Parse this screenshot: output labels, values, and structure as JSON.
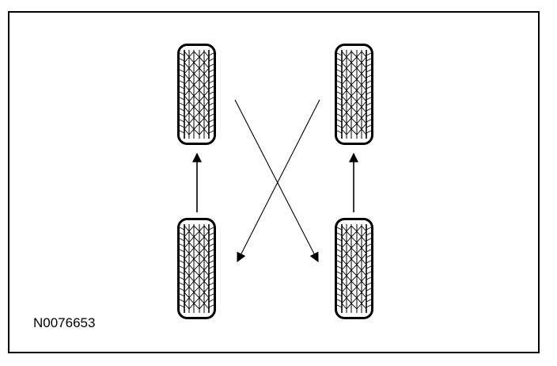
{
  "figure": {
    "id_label": "N0076653"
  },
  "tires": [
    {
      "name": "left-front"
    },
    {
      "name": "right-front"
    },
    {
      "name": "left-rear"
    },
    {
      "name": "right-rear"
    }
  ],
  "colors": {
    "line": "#000000",
    "background": "#ffffff"
  },
  "icons": {
    "tire": "tire-tread-icon",
    "arrow": "arrow-icon"
  }
}
